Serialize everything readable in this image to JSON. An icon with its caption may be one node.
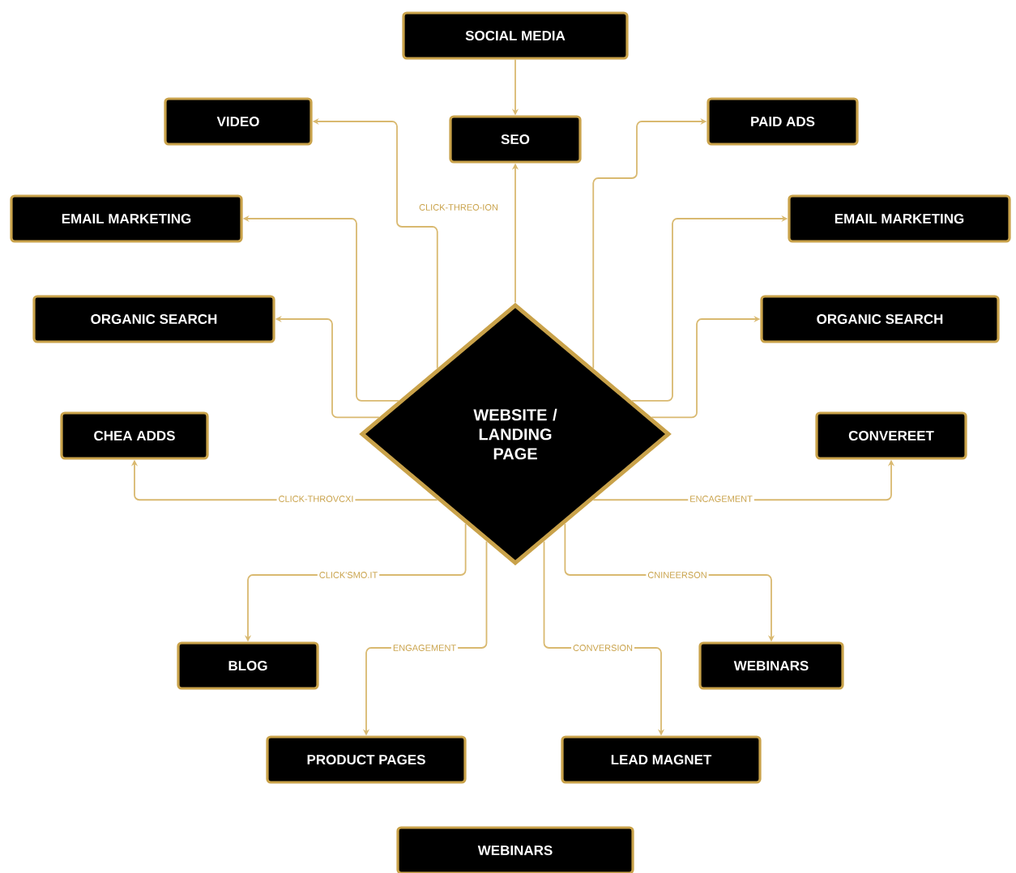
{
  "diagram": {
    "nodes": [
      {
        "text": [
          "SOCIAL MEDIA"
        ]
      },
      {
        "text": [
          "VIDEO"
        ]
      },
      {
        "text": [
          "SEO"
        ]
      },
      {
        "text": [
          "PAID ADS"
        ]
      },
      {
        "text": [
          "EMAIL MARKETING"
        ]
      },
      {
        "text": [
          "EMAIL MARKETING"
        ]
      },
      {
        "text": [
          "ORGANIC SEARCH"
        ]
      },
      {
        "text": [
          "ORGANIC SEARCH"
        ]
      },
      {
        "text": [
          "CHEA ADDS"
        ]
      },
      {
        "text": [
          "WEBSITE / LANDING PAGE"
        ]
      },
      {
        "text": [
          "CONVEREET"
        ]
      },
      {
        "text": [
          "BLOG"
        ]
      },
      {
        "text": [
          "WEBINARS"
        ]
      },
      {
        "text": [
          "PRODUCT PAGES"
        ]
      },
      {
        "text": [
          "LEAD MAGNET"
        ]
      },
      {
        "text": [
          "WEBINARS"
        ]
      }
    ],
    "edges": [
      {
        "from": 0,
        "to": 2,
        "arrow": "to"
      },
      {
        "from": 9,
        "to": 2,
        "arrow": "to"
      },
      {
        "from": 9,
        "to": 1,
        "arrow": "to",
        "label": "CLICK-THREO-ION"
      },
      {
        "from": 9,
        "to": 3,
        "arrow": "to"
      },
      {
        "from": 9,
        "to": 4,
        "arrow": "to"
      },
      {
        "from": 9,
        "to": 5,
        "arrow": "to"
      },
      {
        "from": 9,
        "to": 6,
        "arrow": "to"
      },
      {
        "from": 9,
        "to": 7,
        "arrow": "to"
      },
      {
        "from": 9,
        "to": 8,
        "arrow": "to",
        "label": "CLICK-THROVCXI"
      },
      {
        "from": 9,
        "to": 10,
        "arrow": "to",
        "label": "ENCAGEMENT"
      },
      {
        "from": 9,
        "to": 11,
        "arrow": "to",
        "label": "CLICK'SMO.IT"
      },
      {
        "from": 9,
        "to": 12,
        "arrow": "to",
        "label": "CNINEERSON"
      },
      {
        "from": 9,
        "to": 13,
        "arrow": "to",
        "label": "ENGAGEMENT"
      },
      {
        "from": 9,
        "to": 14,
        "arrow": "to",
        "label": "CONVERSION"
      }
    ]
  }
}
